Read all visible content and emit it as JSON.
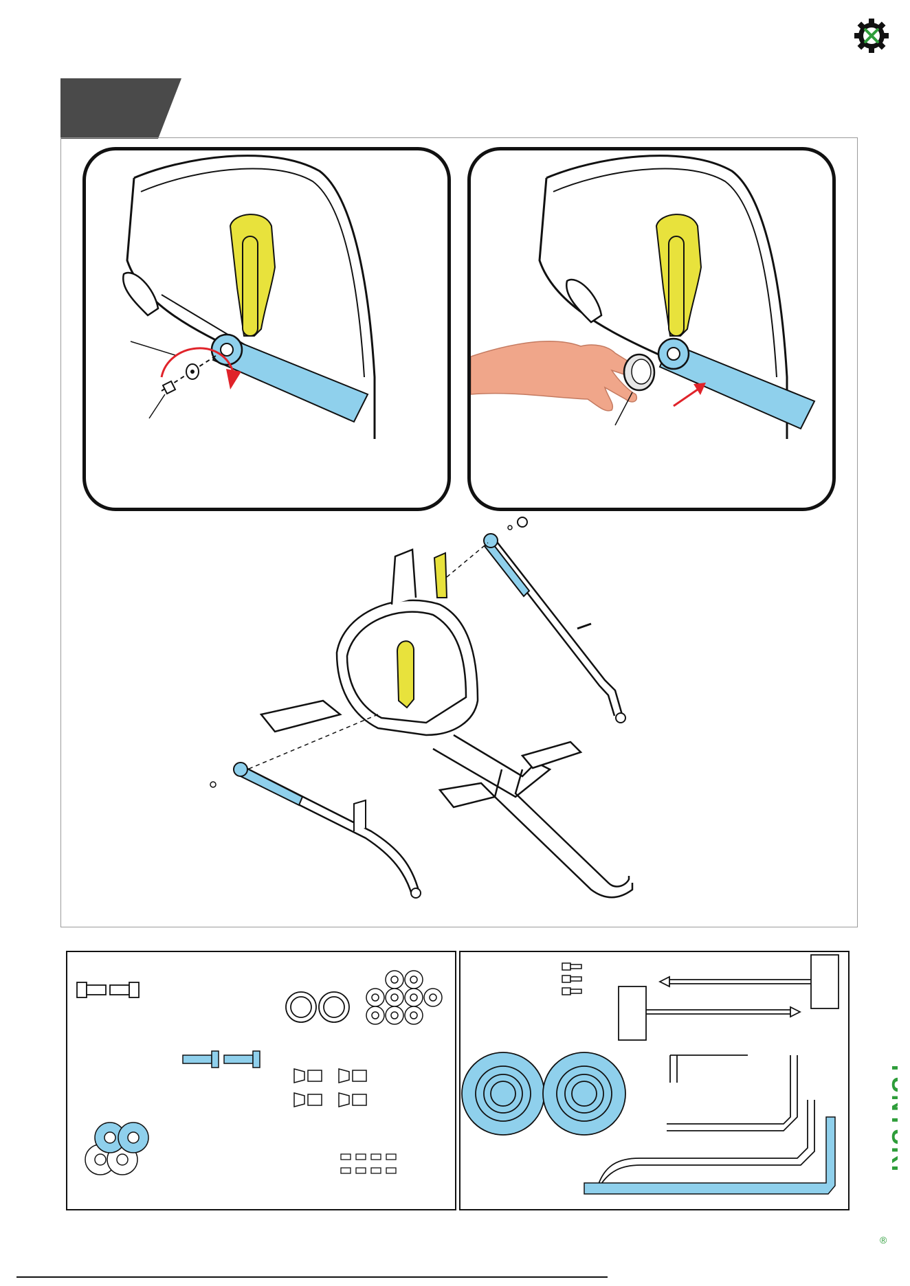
{
  "brand": {
    "name": "TUNTURI",
    "registered_mark": "®",
    "color": "#2e9d3a"
  },
  "colors": {
    "highlight_yellow": "#e8e23c",
    "arm_blue": "#8fd0ec",
    "arrow_red": "#e0232a",
    "tab_dark": "#4a4a4a",
    "skin": "#f0a68a"
  },
  "icons": [
    "gear-wrench-icon",
    "rotate-arrow-icon",
    "insert-arrow-icon"
  ],
  "panels": {
    "detail_left": {
      "parts": [
        "bolt",
        "washer"
      ]
    },
    "detail_right": {
      "parts": [
        "end-cap"
      ]
    }
  },
  "parts_boxes": {
    "left_groups": 7,
    "right_groups": 6
  }
}
